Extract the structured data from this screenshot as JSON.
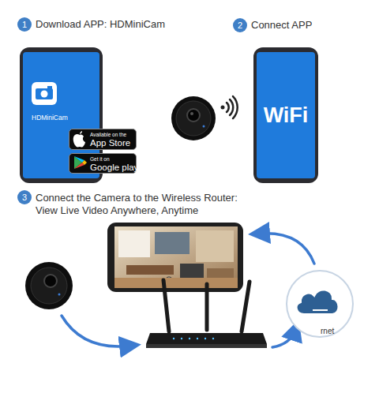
{
  "diagram": {
    "nodes": [
      {
        "text": [
          "1"
        ]
      },
      {
        "text": [
          "2"
        ]
      },
      {
        "text": [
          "HDMiniCam"
        ]
      },
      {
        "text": [
          "Available on the",
          "App Store"
        ]
      },
      {
        "text": [
          "Get it on",
          "Google play"
        ]
      },
      {
        "text": [
          "WiFi"
        ]
      },
      {
        "text": [
          "3"
        ]
      },
      {
        "text": [
          "rnet"
        ]
      }
    ],
    "labels": [
      "Download APP: HDMiniCam",
      "Connect APP",
      "Connect the Camera to the Wireless Router: View Live Video Anywhere, Anytime"
    ]
  }
}
